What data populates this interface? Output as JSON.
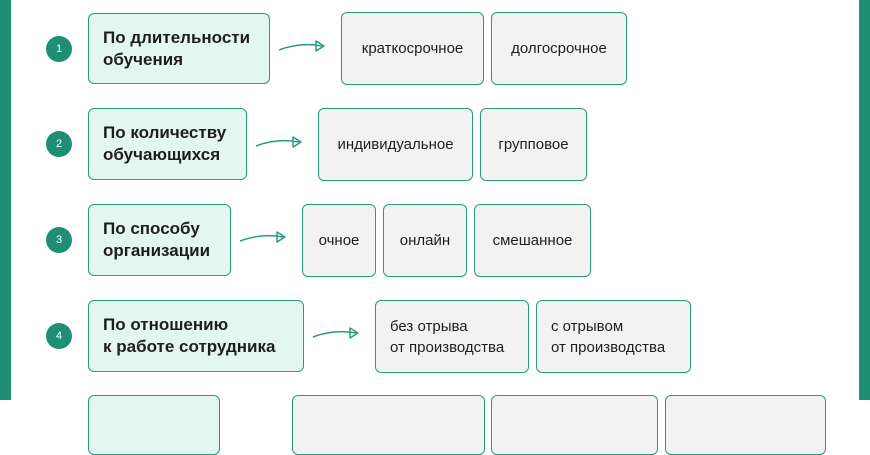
{
  "rows": [
    {
      "number": "1",
      "category": "По длительности\nобучения",
      "options": [
        "краткосрочное",
        "долгосрочное"
      ]
    },
    {
      "number": "2",
      "category": "По количеству\nобучающихся",
      "options": [
        "индивидуальное",
        "групповое"
      ]
    },
    {
      "number": "3",
      "category": "По способу\nорганизации",
      "options": [
        "очное",
        "онлайн",
        "смешанное"
      ]
    },
    {
      "number": "4",
      "category": "По отношению\nк работе сотрудника",
      "options": [
        "без отрыва\nот производства",
        "с отрывом\nот производства"
      ]
    }
  ],
  "colors": {
    "accent": "#1f8f74",
    "border": "#2a9b80",
    "category_fill": "#e3f6ef",
    "option_fill": "#f2f2f2"
  }
}
